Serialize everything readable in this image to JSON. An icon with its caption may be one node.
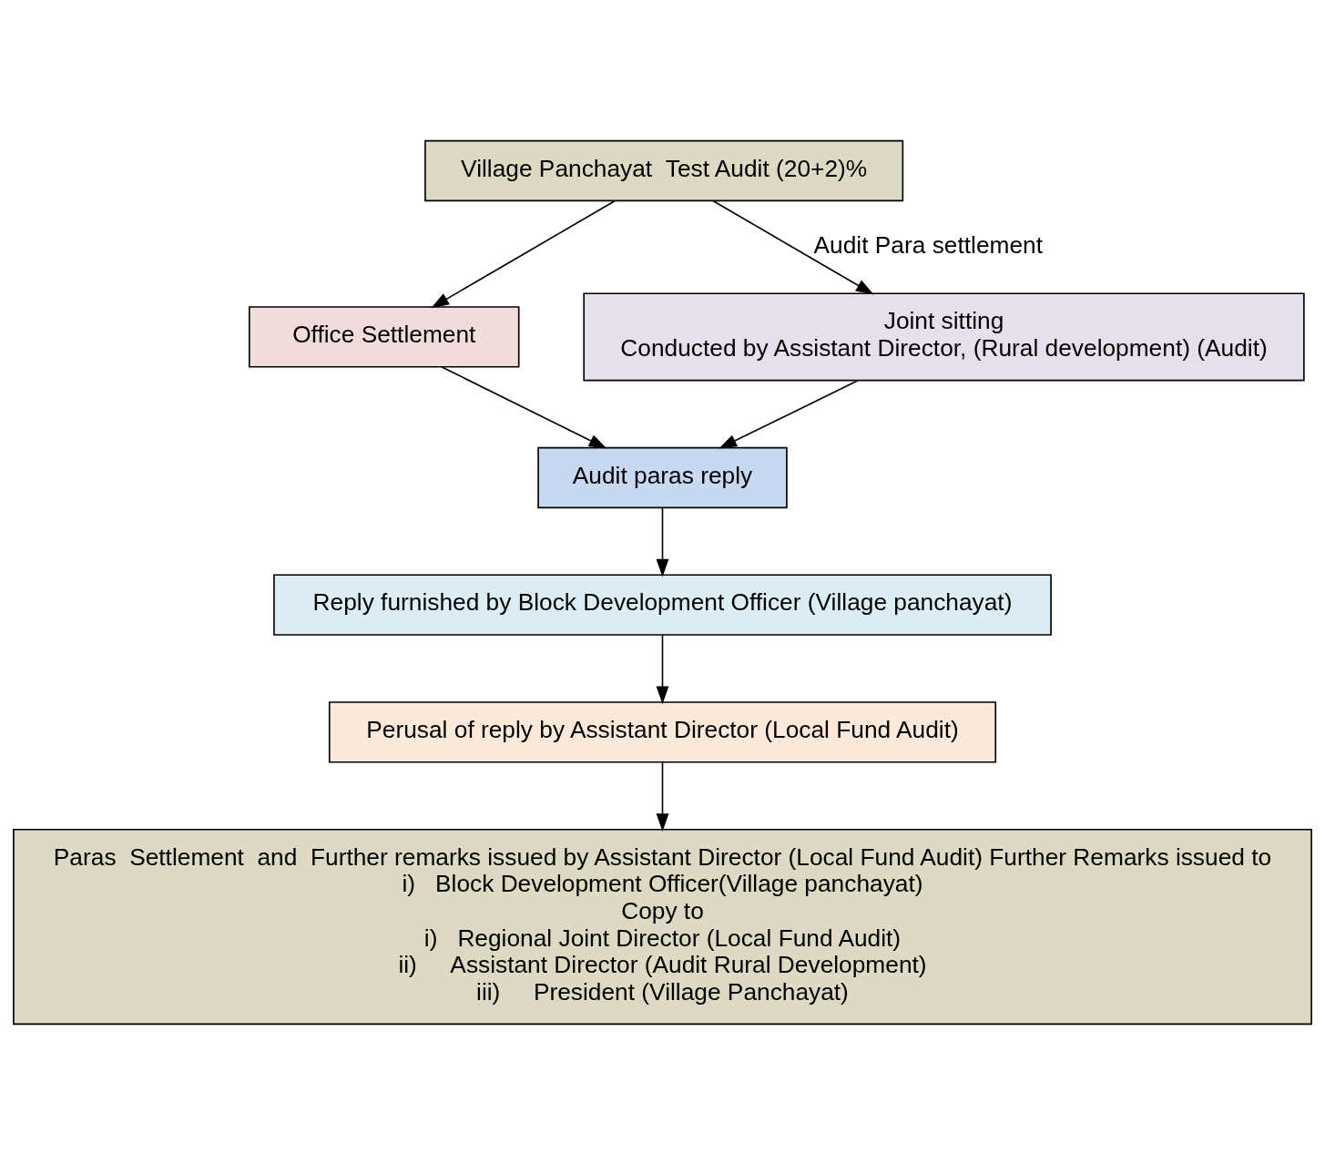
{
  "diagram": {
    "nodes": [
      {
        "text": [
          "Village Panchayat  Test Audit (20+2)%"
        ]
      },
      {
        "text": [
          "Office Settlement"
        ]
      },
      {
        "text": [
          "Joint sitting",
          "Conducted by Assistant Director, (Rural development) (Audit)"
        ]
      },
      {
        "text": [
          "Audit paras reply"
        ]
      },
      {
        "text": [
          "Reply furnished by Block Development Officer (Village panchayat)"
        ]
      },
      {
        "text": [
          "Perusal of reply by Assistant Director (Local Fund Audit)"
        ]
      },
      {
        "text": [
          "Paras  Settlement  and  Further remarks issued by Assistant Director (Local Fund Audit) Further Remarks issued to",
          "i)   Block Development Officer(Village panchayat)",
          "Copy to",
          "i)   Regional Joint Director (Local Fund Audit)",
          "ii)     Assistant Director (Audit Rural Development)",
          "iii)     President (Village Panchayat)"
        ]
      }
    ],
    "edges": [
      {
        "from": 0,
        "to": 1,
        "arrow": "to"
      },
      {
        "from": 0,
        "to": 2,
        "arrow": "to",
        "label": "Audit Para settlement"
      },
      {
        "from": 1,
        "to": 3,
        "arrow": "to"
      },
      {
        "from": 2,
        "to": 3,
        "arrow": "to"
      },
      {
        "from": 3,
        "to": 4,
        "arrow": "to"
      },
      {
        "from": 4,
        "to": 5,
        "arrow": "to"
      },
      {
        "from": 5,
        "to": 6,
        "arrow": "to"
      }
    ]
  }
}
